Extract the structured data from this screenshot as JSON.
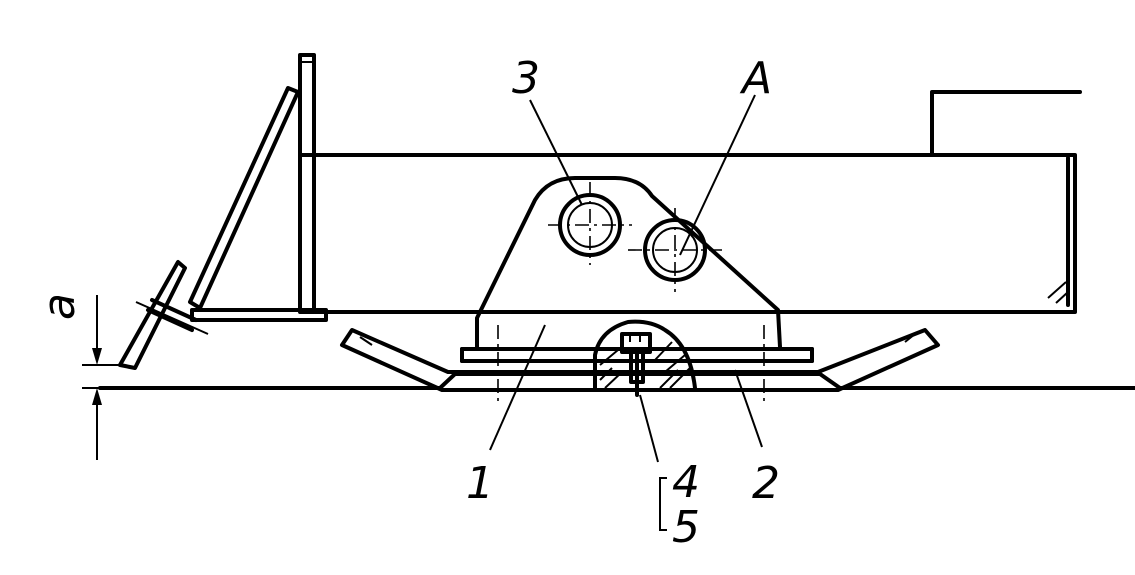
{
  "labels": {
    "part_1": "1",
    "part_2": "2",
    "part_3": "3",
    "part_4": "4",
    "part_5": "5",
    "view_a": "A",
    "dim_a": "a"
  }
}
